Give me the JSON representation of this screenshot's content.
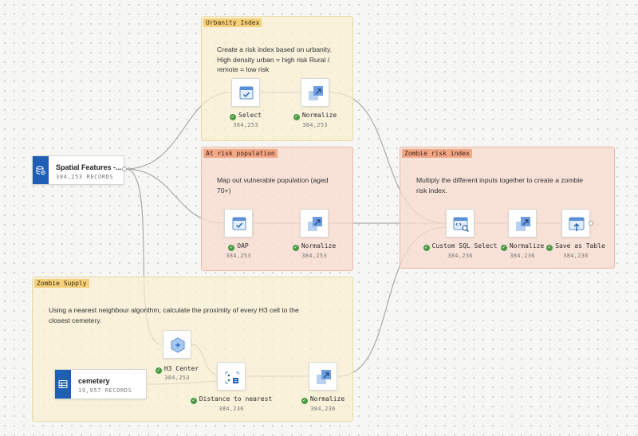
{
  "groups": {
    "urbanity": {
      "title": "Urbanity Index",
      "description": "Create a risk index based on urbanity.\nHigh density urban = high risk Rural /\nremote = low risk"
    },
    "at_risk": {
      "title": "At risk population",
      "description": "Map out vulnerable population (aged\n70+)"
    },
    "zombie_risk": {
      "title": "Zombie risk index",
      "description": "Multiply the different inputs together to create a zombie\nrisk index."
    },
    "zombie_supply": {
      "title": "Zombie Supply",
      "description": "Using a nearest neighbour algorithm, calculate the proximity of every H3 cell to the\nclosest cemetery."
    }
  },
  "sources": {
    "spatial": {
      "title": "Spatial Features -...",
      "records": "384,253 RECORDS",
      "icon": "spatial-dataset-icon"
    },
    "cemetery": {
      "title": "cemetery",
      "records": "19,957 RECORDS",
      "icon": "table-icon"
    }
  },
  "nodes": {
    "select": {
      "label": "Select",
      "count": "384,253",
      "icon": "select-icon"
    },
    "normalize_urban": {
      "label": "Normalize",
      "count": "384,253",
      "icon": "normalize-icon"
    },
    "oap": {
      "label": "OAP",
      "count": "384,253",
      "icon": "select-icon"
    },
    "normalize_pop": {
      "label": "Normalize",
      "count": "384,253",
      "icon": "normalize-icon"
    },
    "custom_sql": {
      "label": "Custom SQL Select",
      "count": "384,236",
      "icon": "custom-sql-icon"
    },
    "normalize_risk": {
      "label": "Normalize",
      "count": "384,236",
      "icon": "normalize-icon"
    },
    "save_table": {
      "label": "Save as Table",
      "count": "384,236",
      "icon": "save-table-icon"
    },
    "h3_center": {
      "label": "H3 Center",
      "count": "384,253",
      "icon": "h3-center-icon"
    },
    "distance": {
      "label": "Distance to nearest",
      "count": "384,236",
      "icon": "distance-icon"
    },
    "normalize_supply": {
      "label": "Normalize",
      "count": "384,236",
      "icon": "normalize-icon"
    }
  },
  "colors": {
    "group_yellow": "#faeed0",
    "group_red": "#f9dbcd",
    "accent_blue": "#1f5fb3",
    "success_green": "#4a9a45"
  }
}
